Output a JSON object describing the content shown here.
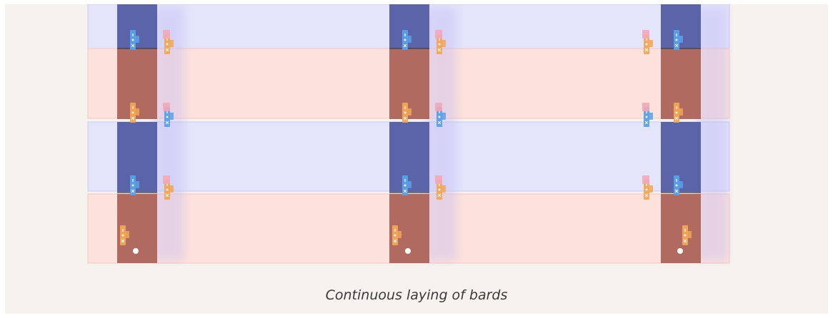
{
  "caption": "Continuous laying of bards",
  "colors": {
    "background": "#f6f3ef",
    "blue_layer_fill": "#e4e4fb",
    "blue_layer_edge": "#c7cbf4",
    "red_layer_fill": "#fde1dc",
    "red_layer_edge": "#f7c6bd",
    "blue_post": "#5b64a8",
    "red_post": "#b06a5f",
    "blue_connector": "#5aa0e8",
    "pink_connector": "#f2a8b8",
    "orange_connector": "#f2a656",
    "marker": "#ffffff"
  },
  "layers": [
    {
      "color": "blue"
    },
    {
      "color": "red"
    },
    {
      "color": "blue"
    },
    {
      "color": "red"
    }
  ],
  "posts_count": 3
}
